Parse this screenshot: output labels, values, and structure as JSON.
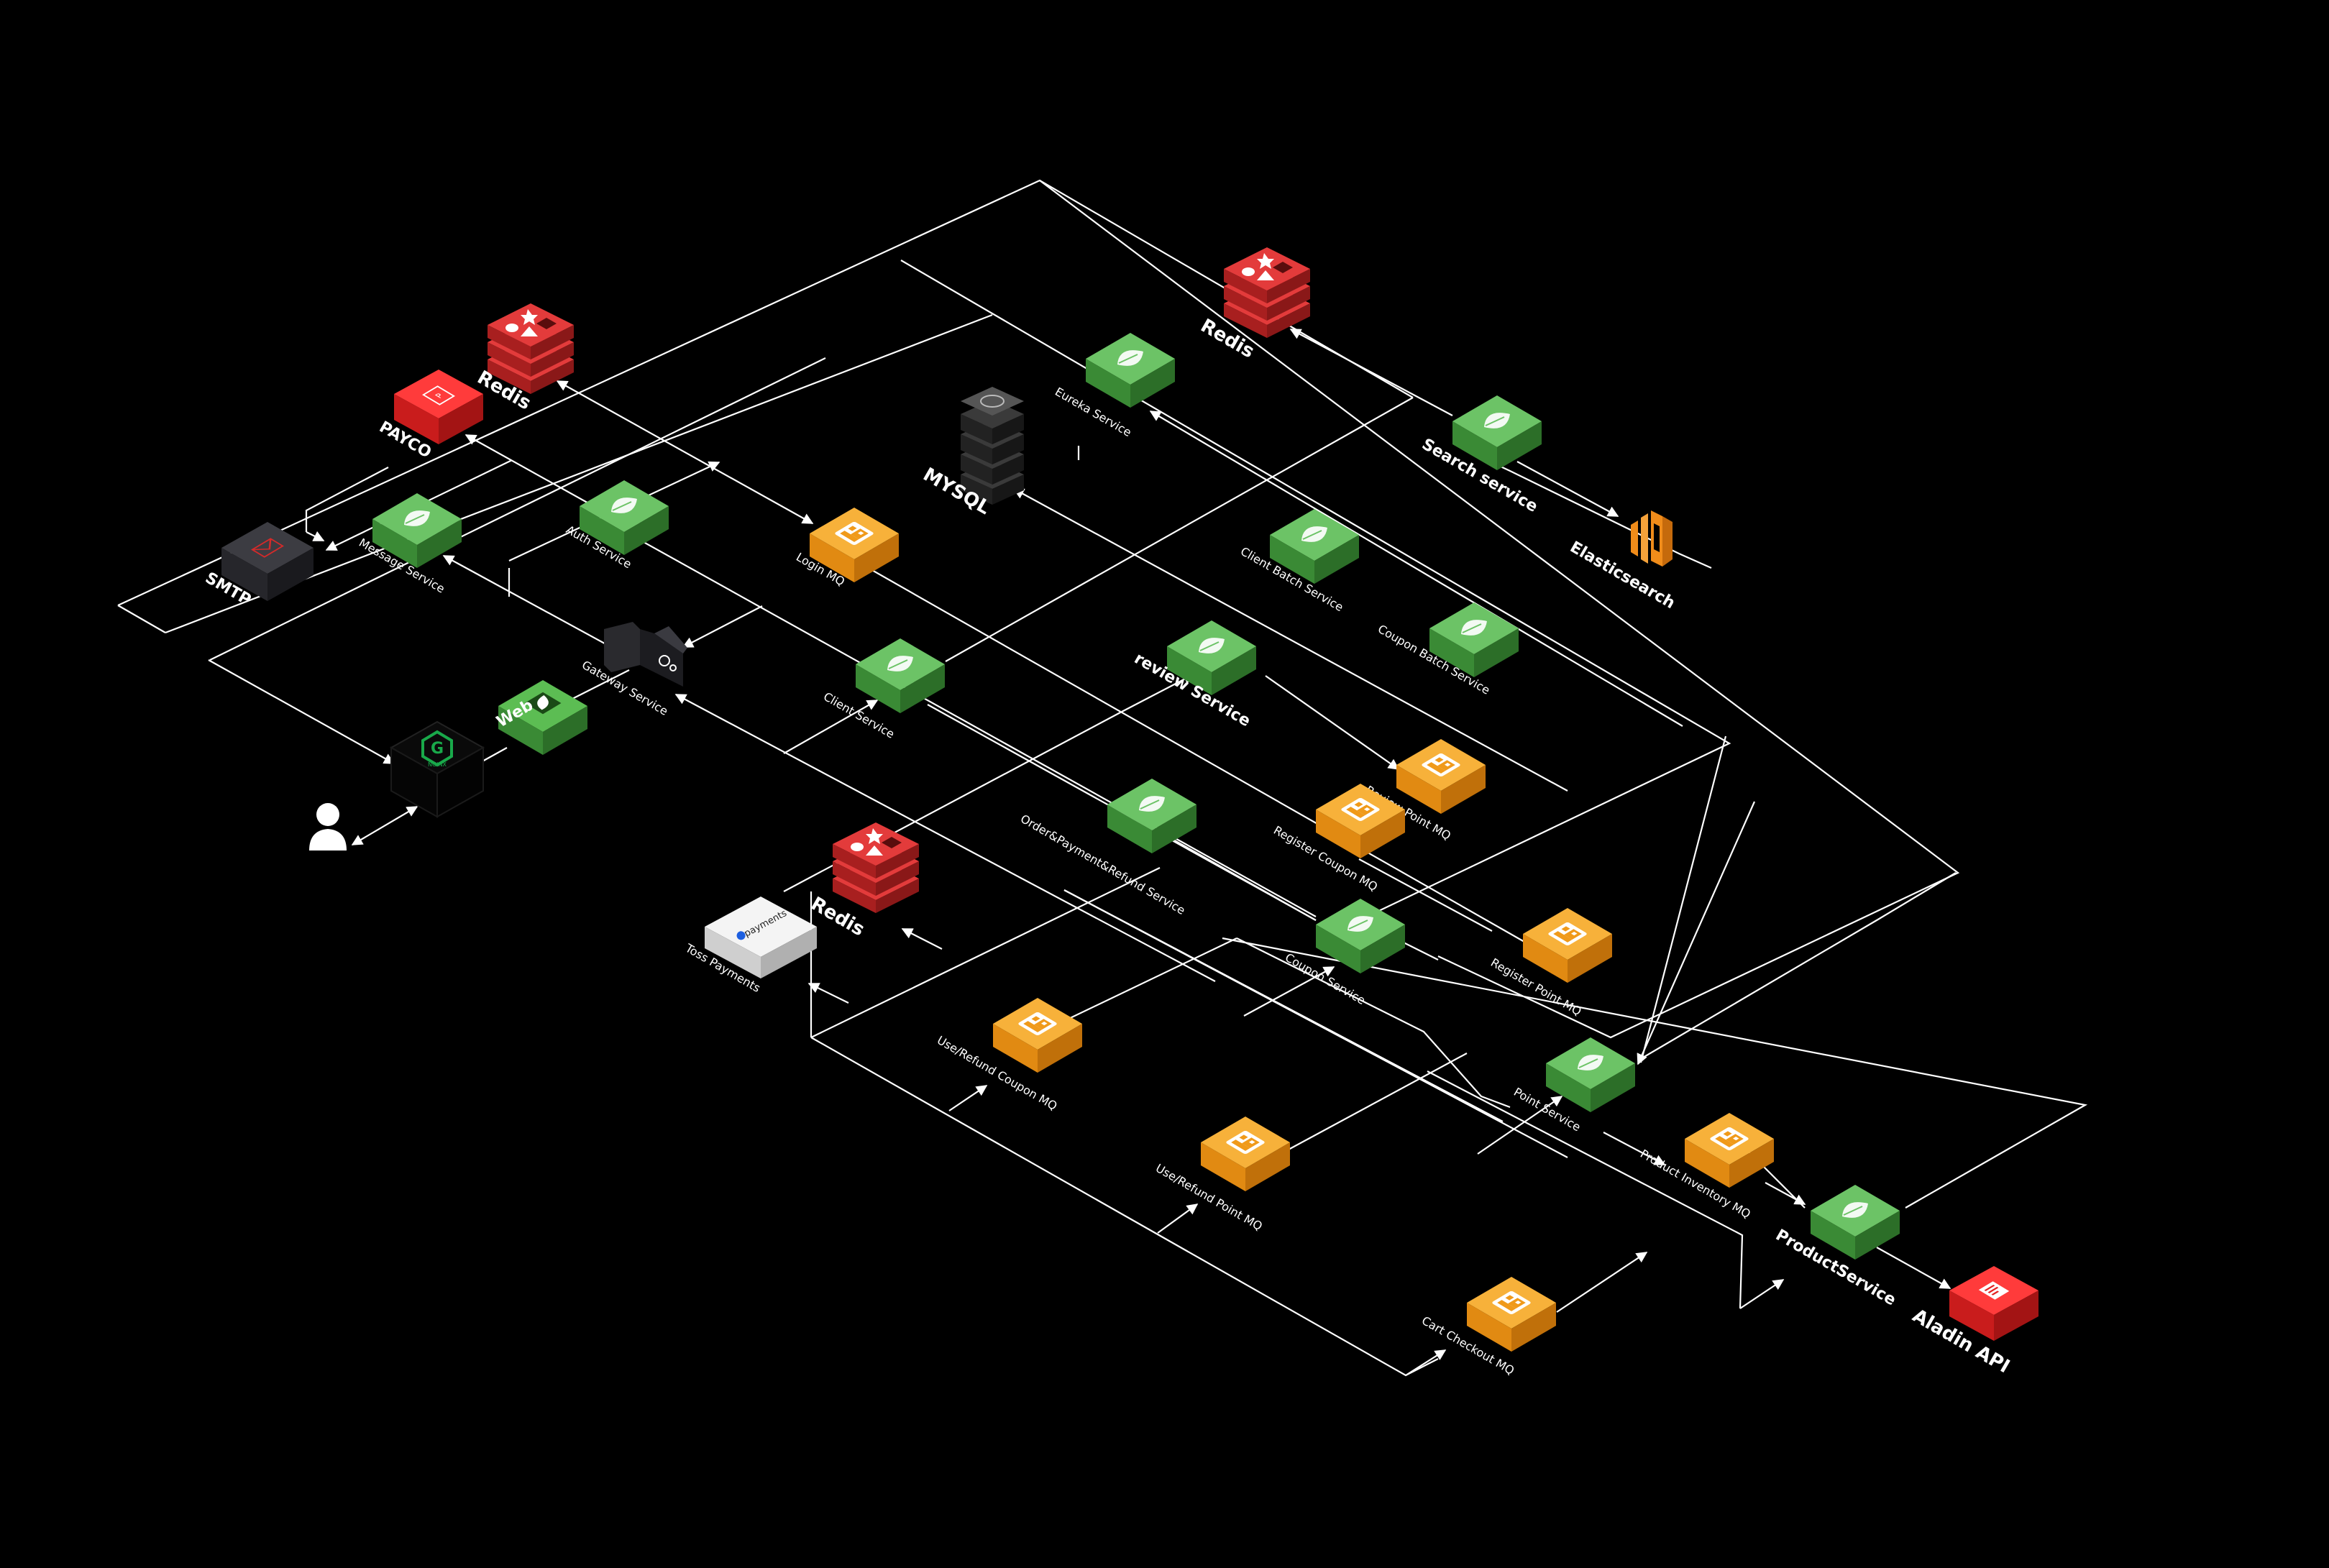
{
  "nodes": {
    "redis_top": {
      "label": "Redis",
      "icon": "redis-icon"
    },
    "redis_left": {
      "label": "Redis",
      "icon": "redis-icon"
    },
    "redis_bottom": {
      "label": "Redis",
      "icon": "redis-icon"
    },
    "payco": {
      "label": "PAYCO",
      "icon": "payco-icon"
    },
    "smtp": {
      "label": "SMTP",
      "icon": "mail-icon"
    },
    "mysql": {
      "label": "MYSQL",
      "icon": "database-icon"
    },
    "eureka": {
      "label": "Eureka Service",
      "icon": "spring-icon"
    },
    "search": {
      "label": "Search service",
      "icon": "spring-icon"
    },
    "elasticsearch": {
      "label": "Elasticsearch",
      "icon": "elasticsearch-icon"
    },
    "message": {
      "label": "Message Service",
      "icon": "spring-icon"
    },
    "auth": {
      "label": "Auth Service",
      "icon": "spring-icon"
    },
    "login_mq": {
      "label": "Login MQ",
      "icon": "rabbitmq-icon"
    },
    "client_batch": {
      "label": "Client Batch Service",
      "icon": "spring-icon"
    },
    "coupon_batch": {
      "label": "Coupon Batch Service",
      "icon": "spring-icon"
    },
    "gateway": {
      "label": "Gateway Service",
      "icon": "gateway-icon"
    },
    "client": {
      "label": "Client Service",
      "icon": "spring-icon"
    },
    "review": {
      "label": "review Service",
      "icon": "spring-icon"
    },
    "review_point_mq": {
      "label": "Review Point MQ",
      "icon": "rabbitmq-icon"
    },
    "register_coupon_mq": {
      "label": "Register Coupon MQ",
      "icon": "rabbitmq-icon"
    },
    "web": {
      "label": "Web",
      "icon": "spring-icon"
    },
    "nginx": {
      "label": "NGINX",
      "icon": "nginx-icon"
    },
    "user": {
      "label": "",
      "icon": "user-icon"
    },
    "order": {
      "label": "Order&Payment&Refund Service",
      "icon": "spring-icon"
    },
    "toss": {
      "label": "Toss Payments",
      "icon": "payments-icon",
      "badge": "payments"
    },
    "coupon": {
      "label": "Coupon Service",
      "icon": "spring-icon"
    },
    "register_point_mq": {
      "label": "Register Point MQ",
      "icon": "rabbitmq-icon"
    },
    "use_refund_coupon_mq": {
      "label": "Use/Refund Coupon MQ",
      "icon": "rabbitmq-icon"
    },
    "point": {
      "label": "Point Service",
      "icon": "spring-icon"
    },
    "use_refund_point_mq": {
      "label": "Use/Refund Point MQ",
      "icon": "rabbitmq-icon"
    },
    "product_inventory_mq": {
      "label": "Product Inventory MQ",
      "icon": "rabbitmq-icon"
    },
    "product": {
      "label": "ProductService",
      "icon": "spring-icon"
    },
    "aladin": {
      "label": "Aladin API",
      "icon": "aladin-icon"
    },
    "cart_checkout_mq": {
      "label": "Cart Checkout MQ",
      "icon": "rabbitmq-icon"
    }
  },
  "colors": {
    "background": "#000000",
    "spring_green": "#3f9a3b",
    "rabbitmq_orange": "#f09a1a",
    "redis_red": "#d42a2a",
    "payco_red": "#e32020",
    "line": "#ffffff"
  }
}
